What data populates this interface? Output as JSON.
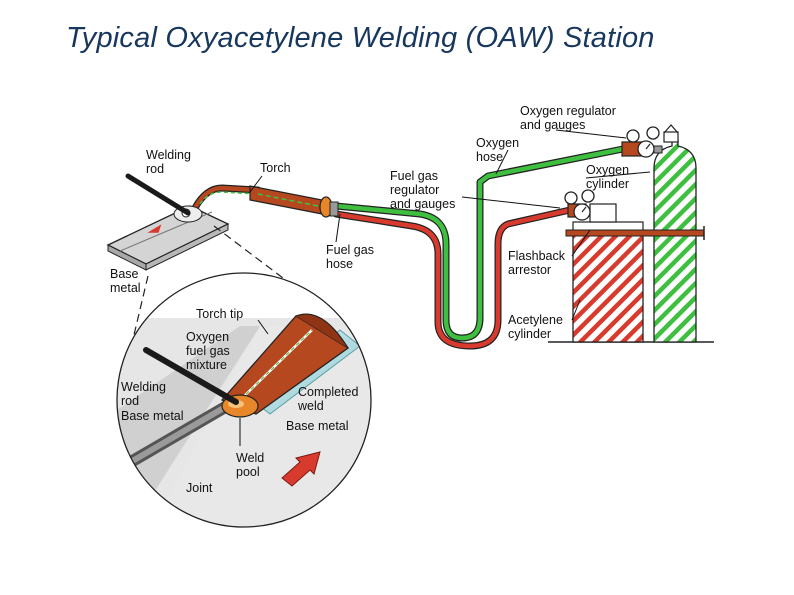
{
  "title": "Typical Oxyacetylene Welding (OAW) Station",
  "colors": {
    "title": "#17375e",
    "oxygen": "#3fbf3f",
    "acetylene": "#d93a2e",
    "torch": "#b5481e",
    "flame": "#e8862a"
  },
  "labels": {
    "welding_rod": [
      "Welding",
      "rod"
    ],
    "torch": [
      "Torch"
    ],
    "base_metal": [
      "Base",
      "metal"
    ],
    "fuel_gas_hose": [
      "Fuel gas",
      "hose"
    ],
    "fuel_gas_regulator": [
      "Fuel gas",
      "regulator",
      "and gauges"
    ],
    "oxygen_hose": [
      "Oxygen",
      "hose"
    ],
    "oxygen_regulator": [
      "Oxygen regulator",
      "and gauges"
    ],
    "oxygen_cylinder": [
      "Oxygen",
      "cylinder"
    ],
    "flashback_arrestor": [
      "Flashback",
      "arrestor"
    ],
    "acetylene_cylinder": [
      "Acetylene",
      "cylinder"
    ],
    "torch_tip": [
      "Torch tip"
    ],
    "oxygen_fuel_gas_mixture": [
      "Oxygen",
      "fuel gas",
      "mixture"
    ],
    "inset_welding_rod": [
      "Welding",
      "rod"
    ],
    "inset_base_metal_left": [
      "Base metal"
    ],
    "completed_weld": [
      "Completed",
      "weld"
    ],
    "inset_base_metal_right": [
      "Base metal"
    ],
    "weld_pool": [
      "Weld",
      "pool"
    ],
    "joint": [
      "Joint"
    ]
  }
}
